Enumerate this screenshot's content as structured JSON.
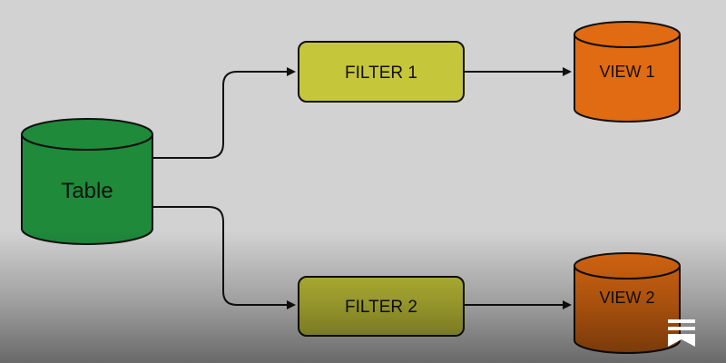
{
  "diagram": {
    "source": {
      "label": "Table",
      "color": "#1e8a3a"
    },
    "filters": [
      {
        "label": "FILTER 1",
        "color": "#c6c63a"
      },
      {
        "label": "FILTER 2",
        "color": "#c6c63a"
      }
    ],
    "views": [
      {
        "label": "VIEW 1",
        "color": "#e06b12"
      },
      {
        "label": "VIEW 2",
        "color": "#e06b12"
      }
    ],
    "edges": [
      {
        "from": "Table",
        "to": "FILTER 1"
      },
      {
        "from": "Table",
        "to": "FILTER 2"
      },
      {
        "from": "FILTER 1",
        "to": "VIEW 1"
      },
      {
        "from": "FILTER 2",
        "to": "VIEW 2"
      }
    ]
  },
  "icons": {
    "corner": "bookmark-icon"
  }
}
